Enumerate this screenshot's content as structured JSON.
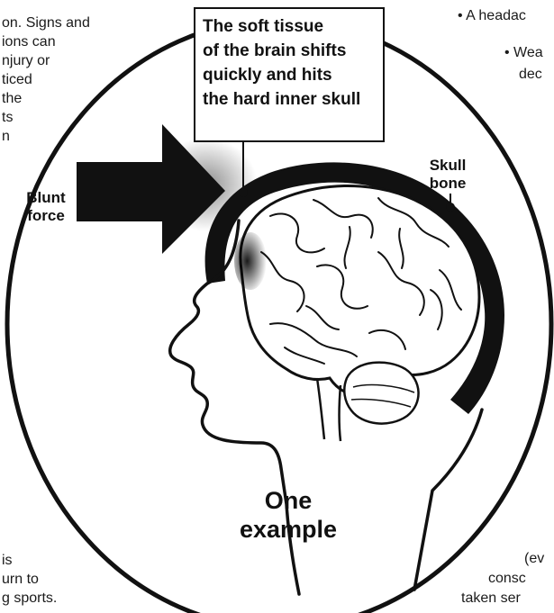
{
  "left_text": {
    "lines": [
      "on. Signs and",
      "ions  can",
      "njury or",
      "ticed",
      "the",
      "ts",
      "n"
    ],
    "bottom_lines": [
      "is",
      "urn to",
      "g sports."
    ]
  },
  "right_text": {
    "lines": [
      "• A headac",
      "• Wea",
      "dec"
    ],
    "bottom_lines": [
      "(ev",
      "consc",
      "taken ser"
    ]
  },
  "callout": {
    "lines": [
      "The soft tissue",
      "of the brain shifts",
      "quickly and hits",
      "the hard inner skull"
    ]
  },
  "labels": {
    "skull_bone": [
      "Skull",
      "bone"
    ],
    "blunt_force": [
      "Blunt",
      "force"
    ],
    "one_example": [
      "One",
      "example"
    ]
  }
}
